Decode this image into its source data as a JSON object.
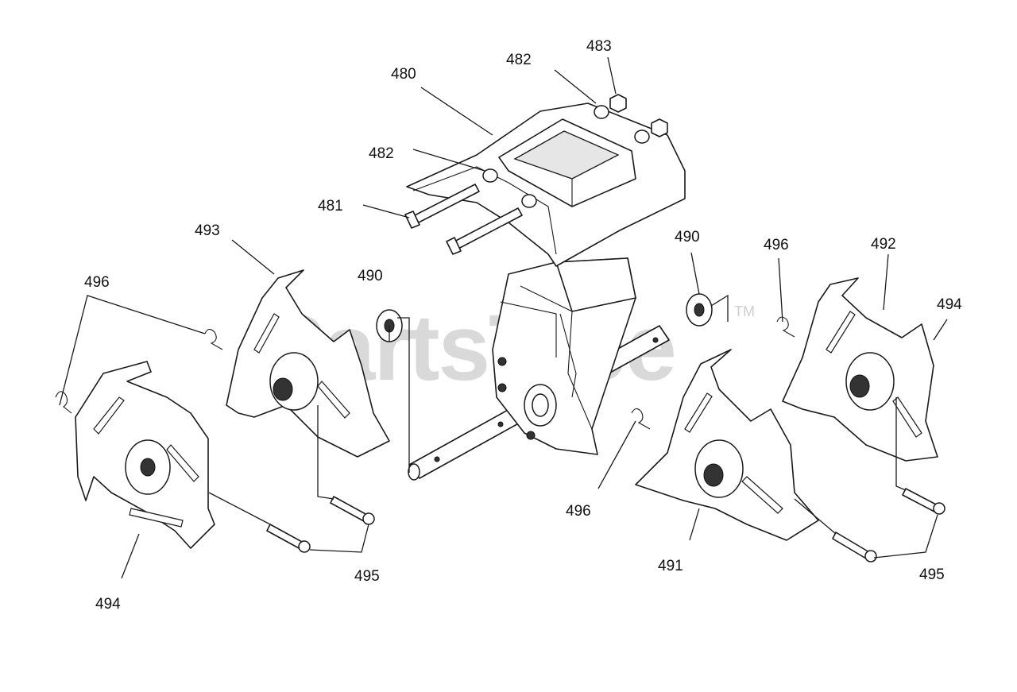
{
  "watermark": {
    "brand": "PartsTree",
    "trademark": "TM"
  },
  "callouts": [
    {
      "id": "c-480",
      "label": "480"
    },
    {
      "id": "c-481",
      "label": "481"
    },
    {
      "id": "c-482a",
      "label": "482"
    },
    {
      "id": "c-482b",
      "label": "482"
    },
    {
      "id": "c-483",
      "label": "483"
    },
    {
      "id": "c-490a",
      "label": "490"
    },
    {
      "id": "c-490b",
      "label": "490"
    },
    {
      "id": "c-491",
      "label": "491"
    },
    {
      "id": "c-492",
      "label": "492"
    },
    {
      "id": "c-493",
      "label": "493"
    },
    {
      "id": "c-494a",
      "label": "494"
    },
    {
      "id": "c-494b",
      "label": "494"
    },
    {
      "id": "c-495a",
      "label": "495"
    },
    {
      "id": "c-495b",
      "label": "495"
    },
    {
      "id": "c-496a",
      "label": "496"
    },
    {
      "id": "c-496b",
      "label": "496"
    },
    {
      "id": "c-496c",
      "label": "496"
    }
  ]
}
